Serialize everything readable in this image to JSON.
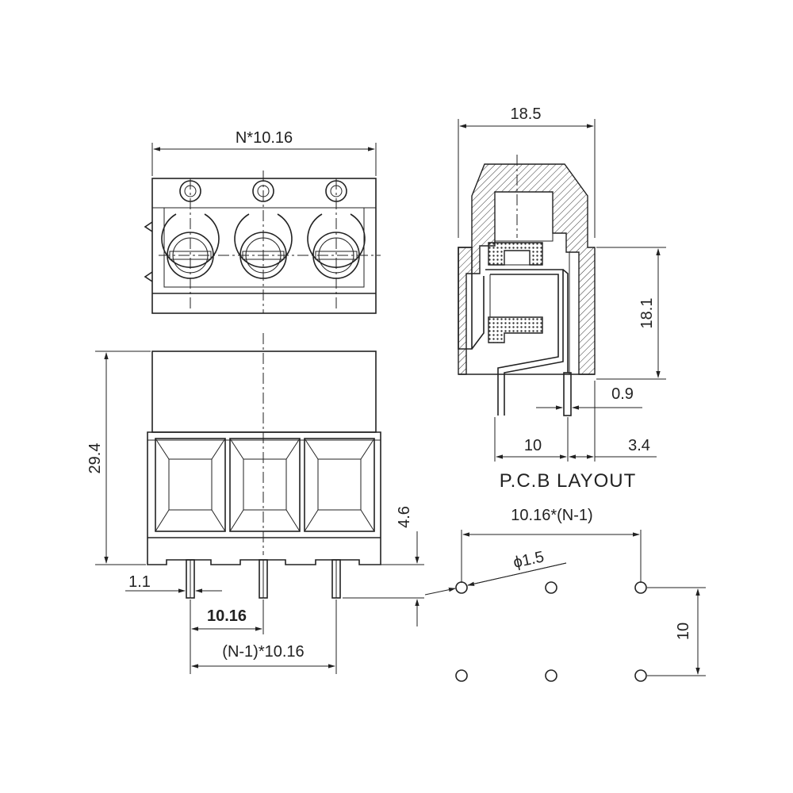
{
  "dimensions": {
    "width_total": "N*10.16",
    "height_total": "29.4",
    "pin_width": "1.1",
    "pitch": "10.16",
    "span": "(N-1)*10.16",
    "pin_length": "4.6",
    "side_width": "18.5",
    "side_height": "18.1",
    "pin_thickness": "0.9",
    "pin_spacing": "10",
    "pin_offset": "3.4"
  },
  "pcb_layout": {
    "title": "P.C.B LAYOUT",
    "row_span": "10.16*(N-1)",
    "hole_diameter": "ϕ1.5",
    "row_spacing": "10"
  },
  "colors": {
    "line": "#222222",
    "background": "#ffffff"
  }
}
